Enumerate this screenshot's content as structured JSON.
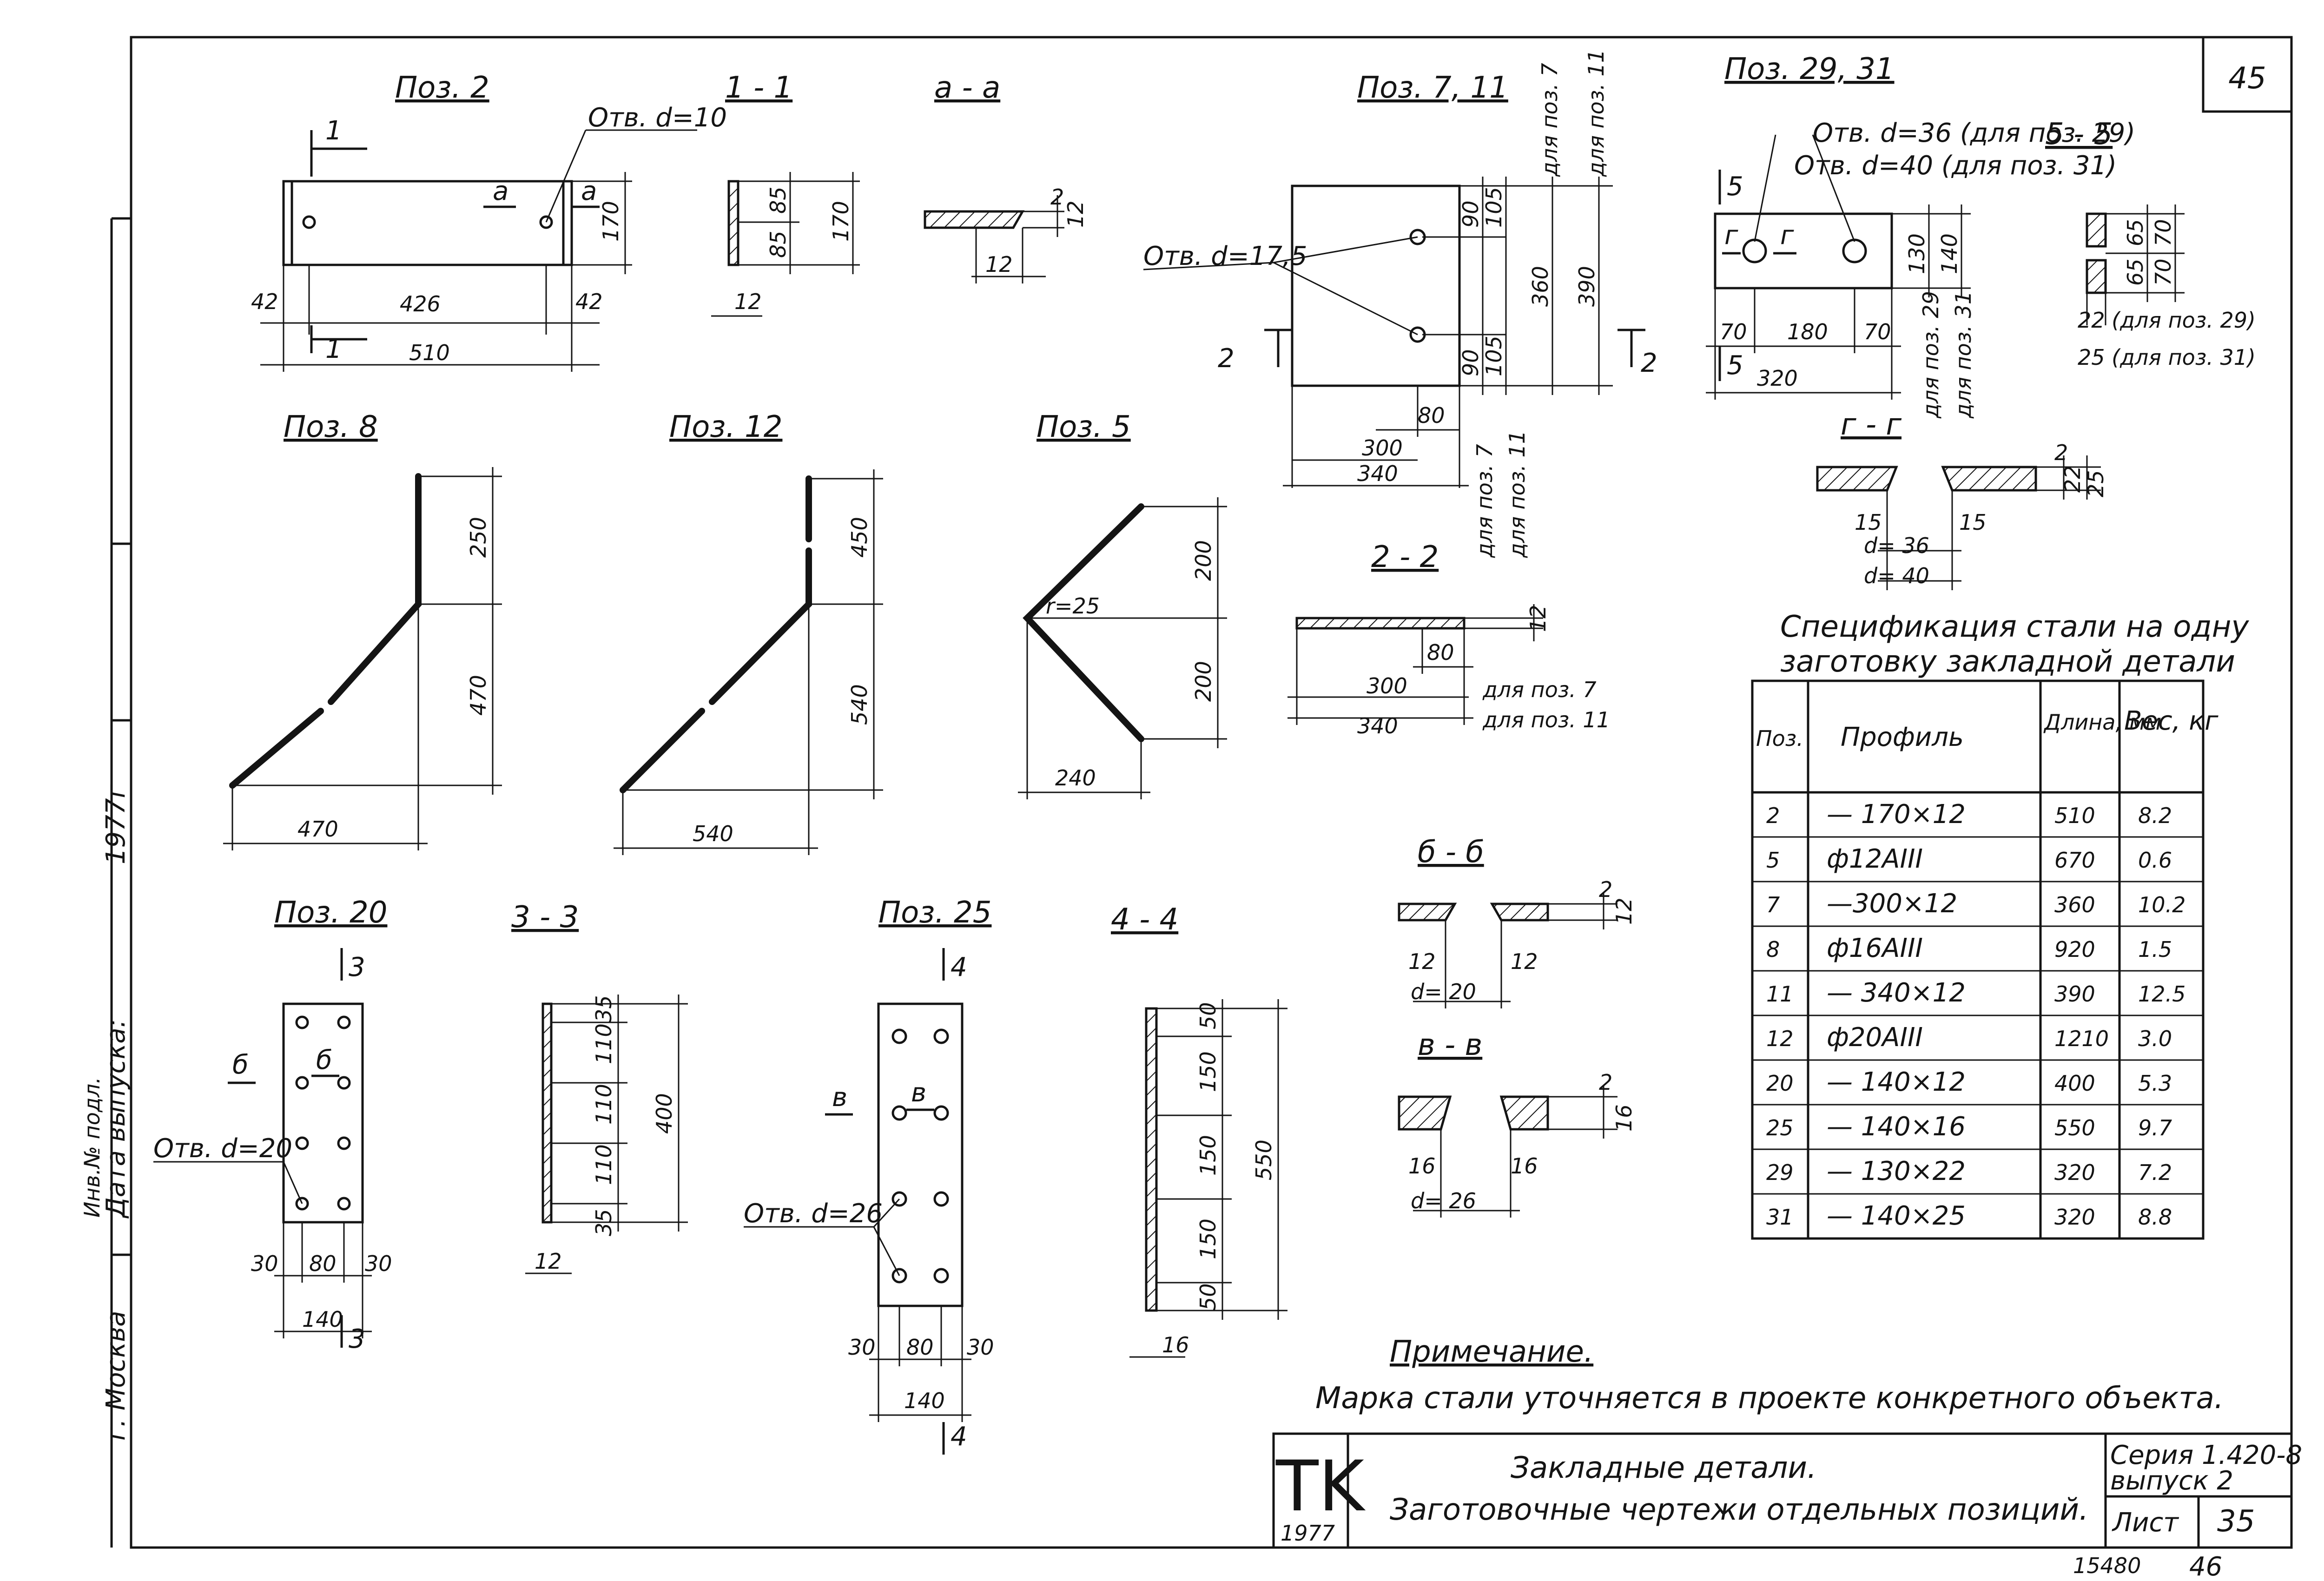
{
  "sheet": {
    "page_number": "45",
    "stamp": "TK",
    "stamp_year": "1977",
    "title_line1": "Закладные детали.",
    "title_line2": "Заготовочные чертежи отдельных позиций.",
    "series": "Серия 1.420-8",
    "issue": "выпуск 2",
    "sheet_label": "Лист",
    "sheet_number": "35",
    "inventory_number": "15480",
    "page_bottom": "46"
  },
  "side_stamp": {
    "city": "г. Москва",
    "release_label": "Дата выпуска:",
    "year": "1977г",
    "extra": "Инв.№ подл."
  },
  "note": {
    "heading": "Примечание.",
    "text": "Марка стали уточняется в проекте конкретного объекта."
  },
  "views": {
    "poz2": {
      "title": "Поз. 2",
      "section_mark": "1",
      "hole": "Отв. d=10",
      "section_a": "а",
      "dims": [
        "42",
        "426",
        "42",
        "510",
        "170"
      ]
    },
    "s11": {
      "title": "1 - 1",
      "dims": [
        "85",
        "85",
        "170",
        "12"
      ]
    },
    "saa": {
      "title": "а - а",
      "dims": [
        "2",
        "12",
        "12"
      ]
    },
    "poz711": {
      "title": "Поз. 7, 11",
      "hole": "Отв. d=17,5",
      "section_mark": "2",
      "dims": [
        "90",
        "105",
        "360",
        "390",
        "90",
        "105",
        "80",
        "300",
        "340"
      ],
      "for7": "для поз. 7",
      "for11": "для поз. 11"
    },
    "poz2931": {
      "title": "Поз. 29, 31",
      "hole29": "Отв. d=36 (для поз. 29)",
      "hole31": "Отв. d=40 (для поз. 31)",
      "section_g": "г",
      "section_mark": "5",
      "dims": [
        "130",
        "140",
        "70",
        "180",
        "70",
        "320"
      ],
      "for29": "для поз. 29",
      "for31": "для поз. 31"
    },
    "s55": {
      "title": "5 - 5",
      "dims": [
        "65",
        "65",
        "70",
        "70"
      ],
      "t29": "22 (для поз. 29)",
      "t31": "25 (для поз. 31)"
    },
    "sgg": {
      "title": "г - г",
      "dims": [
        "2",
        "22",
        "25",
        "15",
        "15"
      ],
      "d36": "d= 36",
      "d40": "d= 40"
    },
    "poz8": {
      "title": "Поз. 8",
      "dims": [
        "250",
        "470",
        "470"
      ]
    },
    "poz12": {
      "title": "Поз. 12",
      "dims": [
        "450",
        "540",
        "540"
      ]
    },
    "poz5": {
      "title": "Поз. 5",
      "radius": "r=25",
      "dims": [
        "200",
        "200",
        "240"
      ]
    },
    "s22": {
      "title": "2 - 2",
      "dims": [
        "12",
        "80",
        "300",
        "340"
      ],
      "for7": "для поз. 7",
      "for11": "для поз. 11"
    },
    "poz20": {
      "title": "Поз. 20",
      "section_mark": "3",
      "section_b": "б",
      "hole": "Отв. d=20",
      "dims": [
        "30",
        "80",
        "30",
        "140"
      ]
    },
    "s33": {
      "title": "3 - 3",
      "dims": [
        "35",
        "110",
        "110",
        "110",
        "35",
        "400",
        "12"
      ]
    },
    "poz25": {
      "title": "Поз. 25",
      "section_mark": "4",
      "section_v": "в",
      "hole": "Отв. d=26",
      "dims": [
        "30",
        "80",
        "30",
        "140"
      ]
    },
    "s44": {
      "title": "4 - 4",
      "dims": [
        "50",
        "150",
        "150",
        "150",
        "50",
        "550",
        "16"
      ]
    },
    "sbb": {
      "title": "б - б",
      "dims": [
        "2",
        "12",
        "12",
        "12"
      ],
      "d": "d= 20"
    },
    "svv": {
      "title": "в - в",
      "dims": [
        "2",
        "16",
        "16",
        "16"
      ],
      "d": "d= 26"
    }
  },
  "spec": {
    "title_line1": "Спецификация стали на одну",
    "title_line2": "заготовку закладной детали",
    "headers": [
      "Поз.",
      "Профиль",
      "Длина, мм",
      "Вес, кг"
    ],
    "rows": [
      [
        "2",
        "— 170×12",
        "510",
        "8.2"
      ],
      [
        "5",
        "ф12АIII",
        "670",
        "0.6"
      ],
      [
        "7",
        "—300×12",
        "360",
        "10.2"
      ],
      [
        "8",
        "ф16АIII",
        "920",
        "1.5"
      ],
      [
        "11",
        "— 340×12",
        "390",
        "12.5"
      ],
      [
        "12",
        "ф20АIII",
        "1210",
        "3.0"
      ],
      [
        "20",
        "— 140×12",
        "400",
        "5.3"
      ],
      [
        "25",
        "— 140×16",
        "550",
        "9.7"
      ],
      [
        "29",
        "— 130×22",
        "320",
        "7.2"
      ],
      [
        "31",
        "— 140×25",
        "320",
        "8.8"
      ]
    ]
  }
}
